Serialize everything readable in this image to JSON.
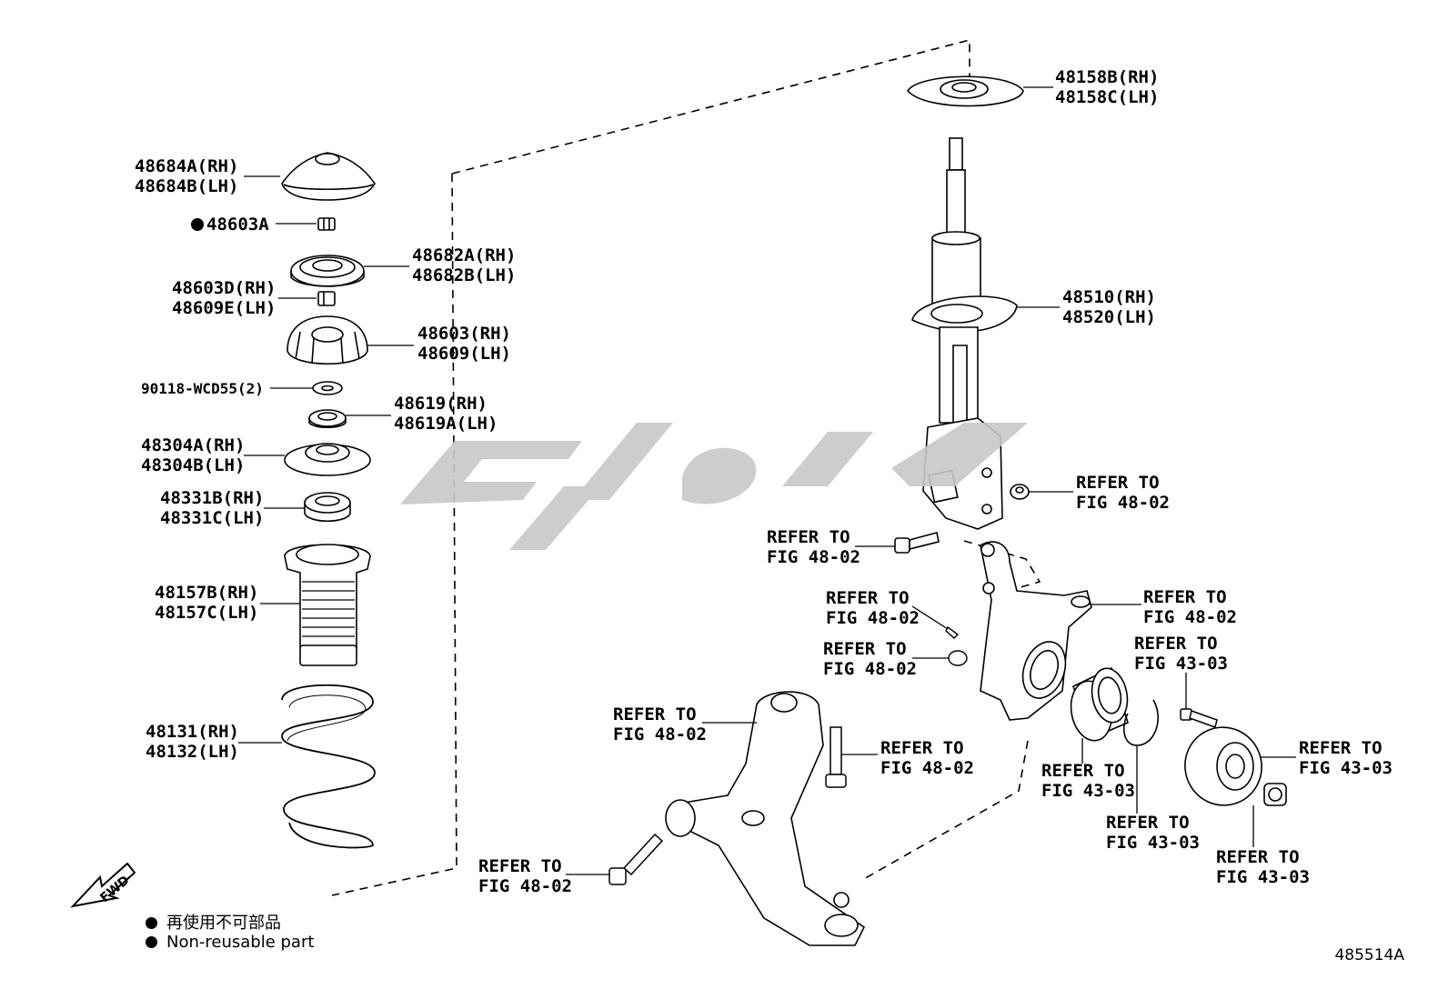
{
  "parts": {
    "p48684": [
      "48684A(RH)",
      "48684B(LH)"
    ],
    "p48603a": "48603A",
    "p48682": [
      "48682A(RH)",
      "48682B(LH)"
    ],
    "p48603d": [
      "48603D(RH)",
      "48609E(LH)"
    ],
    "p48603": [
      "48603(RH)",
      "48609(LH)"
    ],
    "p90118": "90118-WCD55(2)",
    "p48619": [
      "48619(RH)",
      "48619A(LH)"
    ],
    "p48304": [
      "48304A(RH)",
      "48304B(LH)"
    ],
    "p48331": [
      "48331B(RH)",
      "48331C(LH)"
    ],
    "p48157": [
      "48157B(RH)",
      "48157C(LH)"
    ],
    "p48131": [
      "48131(RH)",
      "48132(LH)"
    ],
    "p48158": [
      "48158B(RH)",
      "48158C(LH)"
    ],
    "p48510": [
      "48510(RH)",
      "48520(LH)"
    ]
  },
  "refs": {
    "r1": [
      "REFER TO",
      "FIG 48-02"
    ],
    "r2": [
      "REFER TO",
      "FIG 48-02"
    ],
    "r3": [
      "REFER TO",
      "FIG 48-02"
    ],
    "r4": [
      "REFER TO",
      "FIG 48-02"
    ],
    "r5": [
      "REFER TO",
      "FIG 48-02"
    ],
    "r6": [
      "REFER TO",
      "FIG 48-02"
    ],
    "r7": [
      "REFER TO",
      "FIG 48-02"
    ],
    "r8": [
      "REFER TO",
      "FIG 48-02"
    ],
    "r9": [
      "REFER TO",
      "FIG 43-03"
    ],
    "r10": [
      "REFER TO",
      "FIG 43-03"
    ],
    "r11": [
      "REFER TO",
      "FIG 43-03"
    ],
    "r12": [
      "REFER TO",
      "FIG 43-03"
    ],
    "r13": [
      "REFER TO",
      "FIG 43-03"
    ]
  },
  "legend": {
    "jp": "再使用不可部品",
    "en": "Non-reusable part"
  },
  "fwd": "FWD",
  "figure_number": "485514A",
  "colors": {
    "line": "#000000",
    "watermark": "#c8c8c8",
    "background": "#ffffff"
  },
  "icons": {
    "fwd_arrow": "fwd-arrow-icon",
    "non_reusable_mark": "filled-dot-icon"
  }
}
